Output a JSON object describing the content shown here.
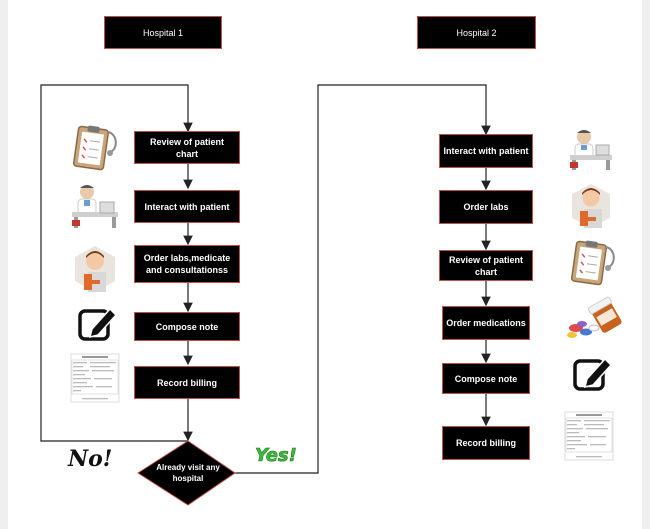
{
  "hospitals": {
    "h1": {
      "title": "Hospital 1",
      "steps": [
        "Review of patient chart",
        "Interact with patient",
        "Order labs,medicate and consultationss",
        "Compose note",
        "Record billing"
      ]
    },
    "h2": {
      "title": "Hospital 2",
      "steps": [
        "Interact with patient",
        "Order labs",
        "Review of patient chart",
        "Order medications",
        "Compose note",
        "Record billing"
      ]
    }
  },
  "decision": {
    "label": "Already visit any hospital"
  },
  "branches": {
    "no": "No!",
    "yes": "Yes!"
  },
  "colors": {
    "box_fill": "#000000",
    "box_border": "#c0504d",
    "no_text": "#111111",
    "yes_text": "#3dba3d"
  }
}
